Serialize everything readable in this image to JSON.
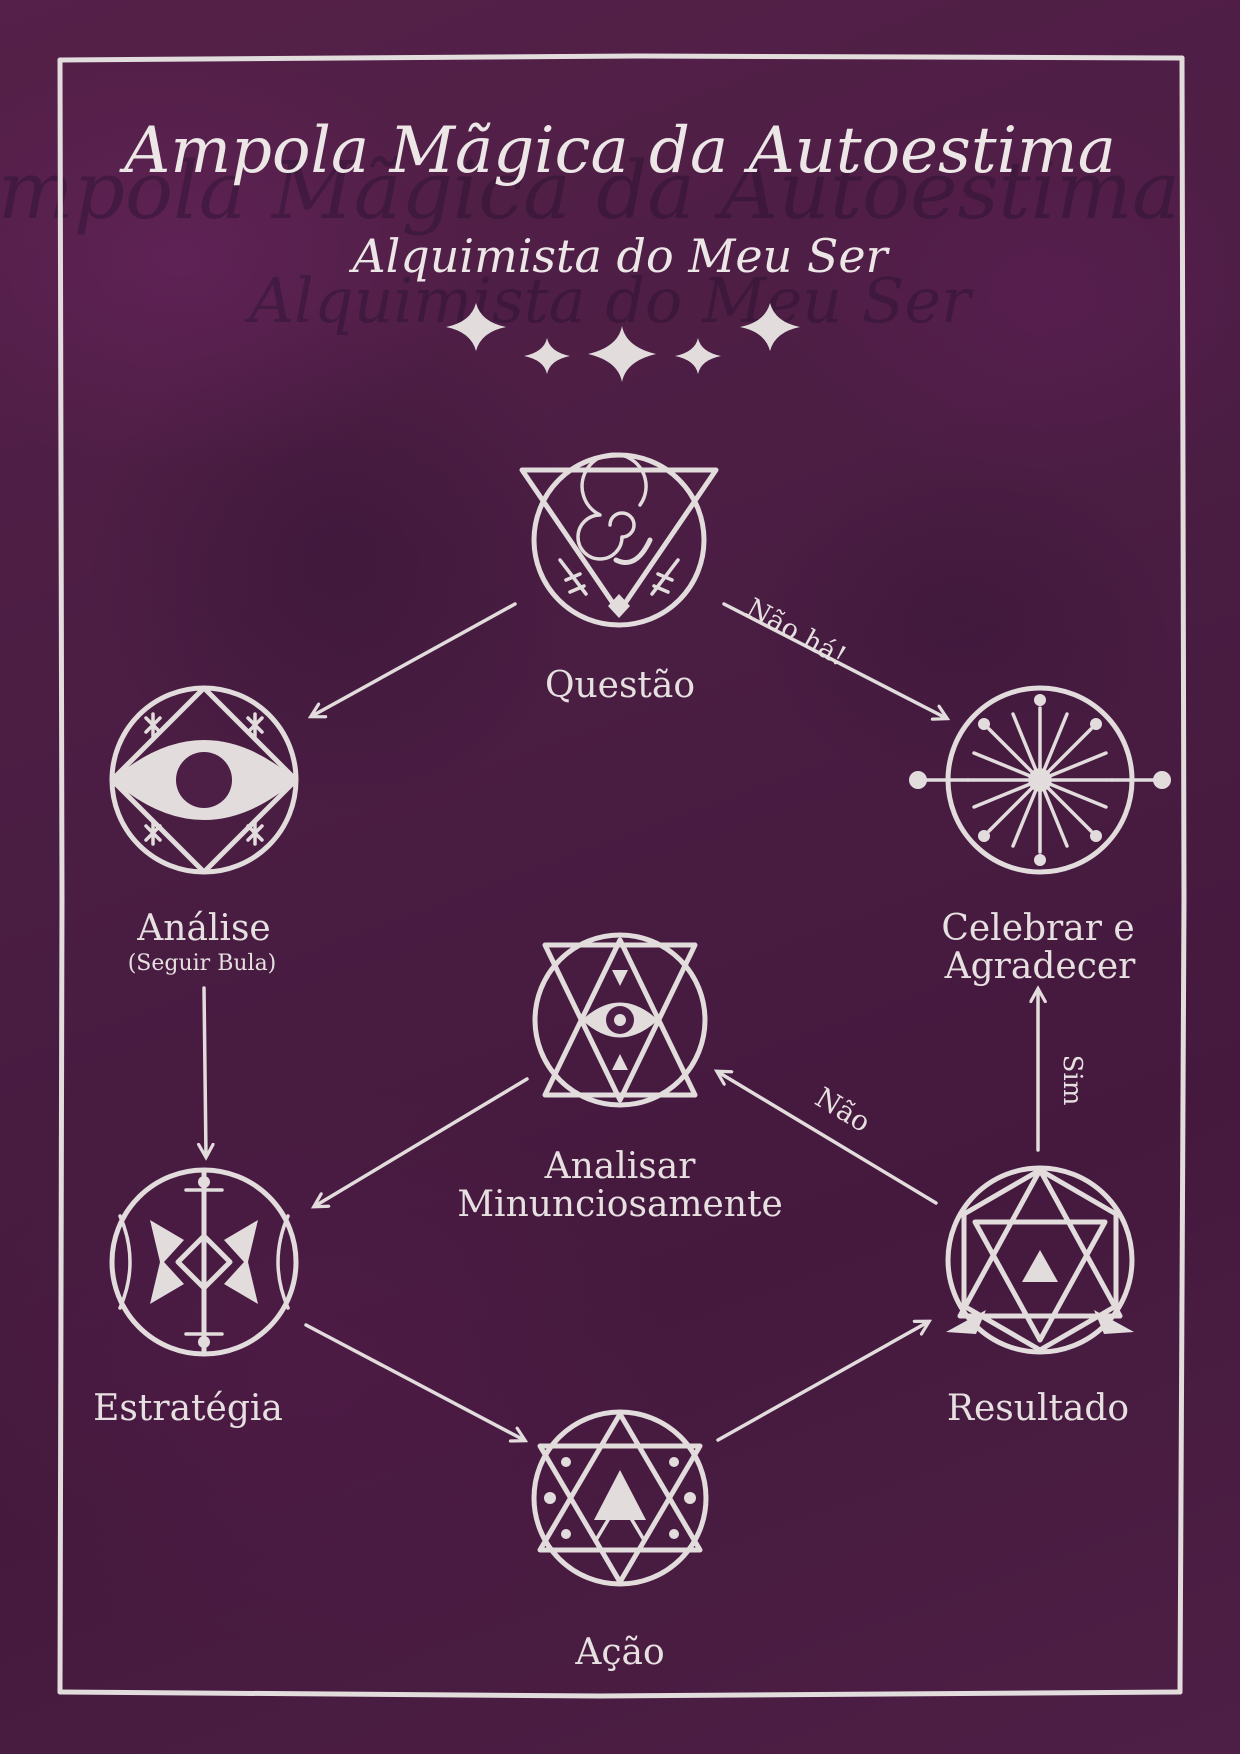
{
  "title": "Ampola Mãgica da Autoestima",
  "subtitle": "Alquimista do Meu Ser",
  "colors": {
    "background": "#4d1f45",
    "chalk": "#e2dcdc"
  },
  "nodes": {
    "questao": {
      "label": "Questão",
      "icon": "spiral-triangle-sigil-icon"
    },
    "analise": {
      "label": "Análise",
      "sublabel": "(Seguir Bula)",
      "icon": "eye-diamond-sigil-icon"
    },
    "celebrar": {
      "label_line1": "Celebrar e",
      "label_line2": "Agradecer",
      "icon": "radiant-star-sigil-icon"
    },
    "analisar": {
      "label_line1": "Analisar",
      "label_line2": "Minunciosamente",
      "icon": "eye-hexagram-sigil-icon"
    },
    "estrategia": {
      "label": "Estratégia",
      "icon": "cross-diamond-sigil-icon"
    },
    "resultado": {
      "label": "Resultado",
      "icon": "hexagon-triangle-sigil-icon"
    },
    "acao": {
      "label": "Ação",
      "icon": "hexagram-arrow-sigil-icon"
    }
  },
  "edges": {
    "questao_celebrar": "Não há!",
    "resultado_analisar": "Não",
    "resultado_celebrar": "Sim"
  }
}
